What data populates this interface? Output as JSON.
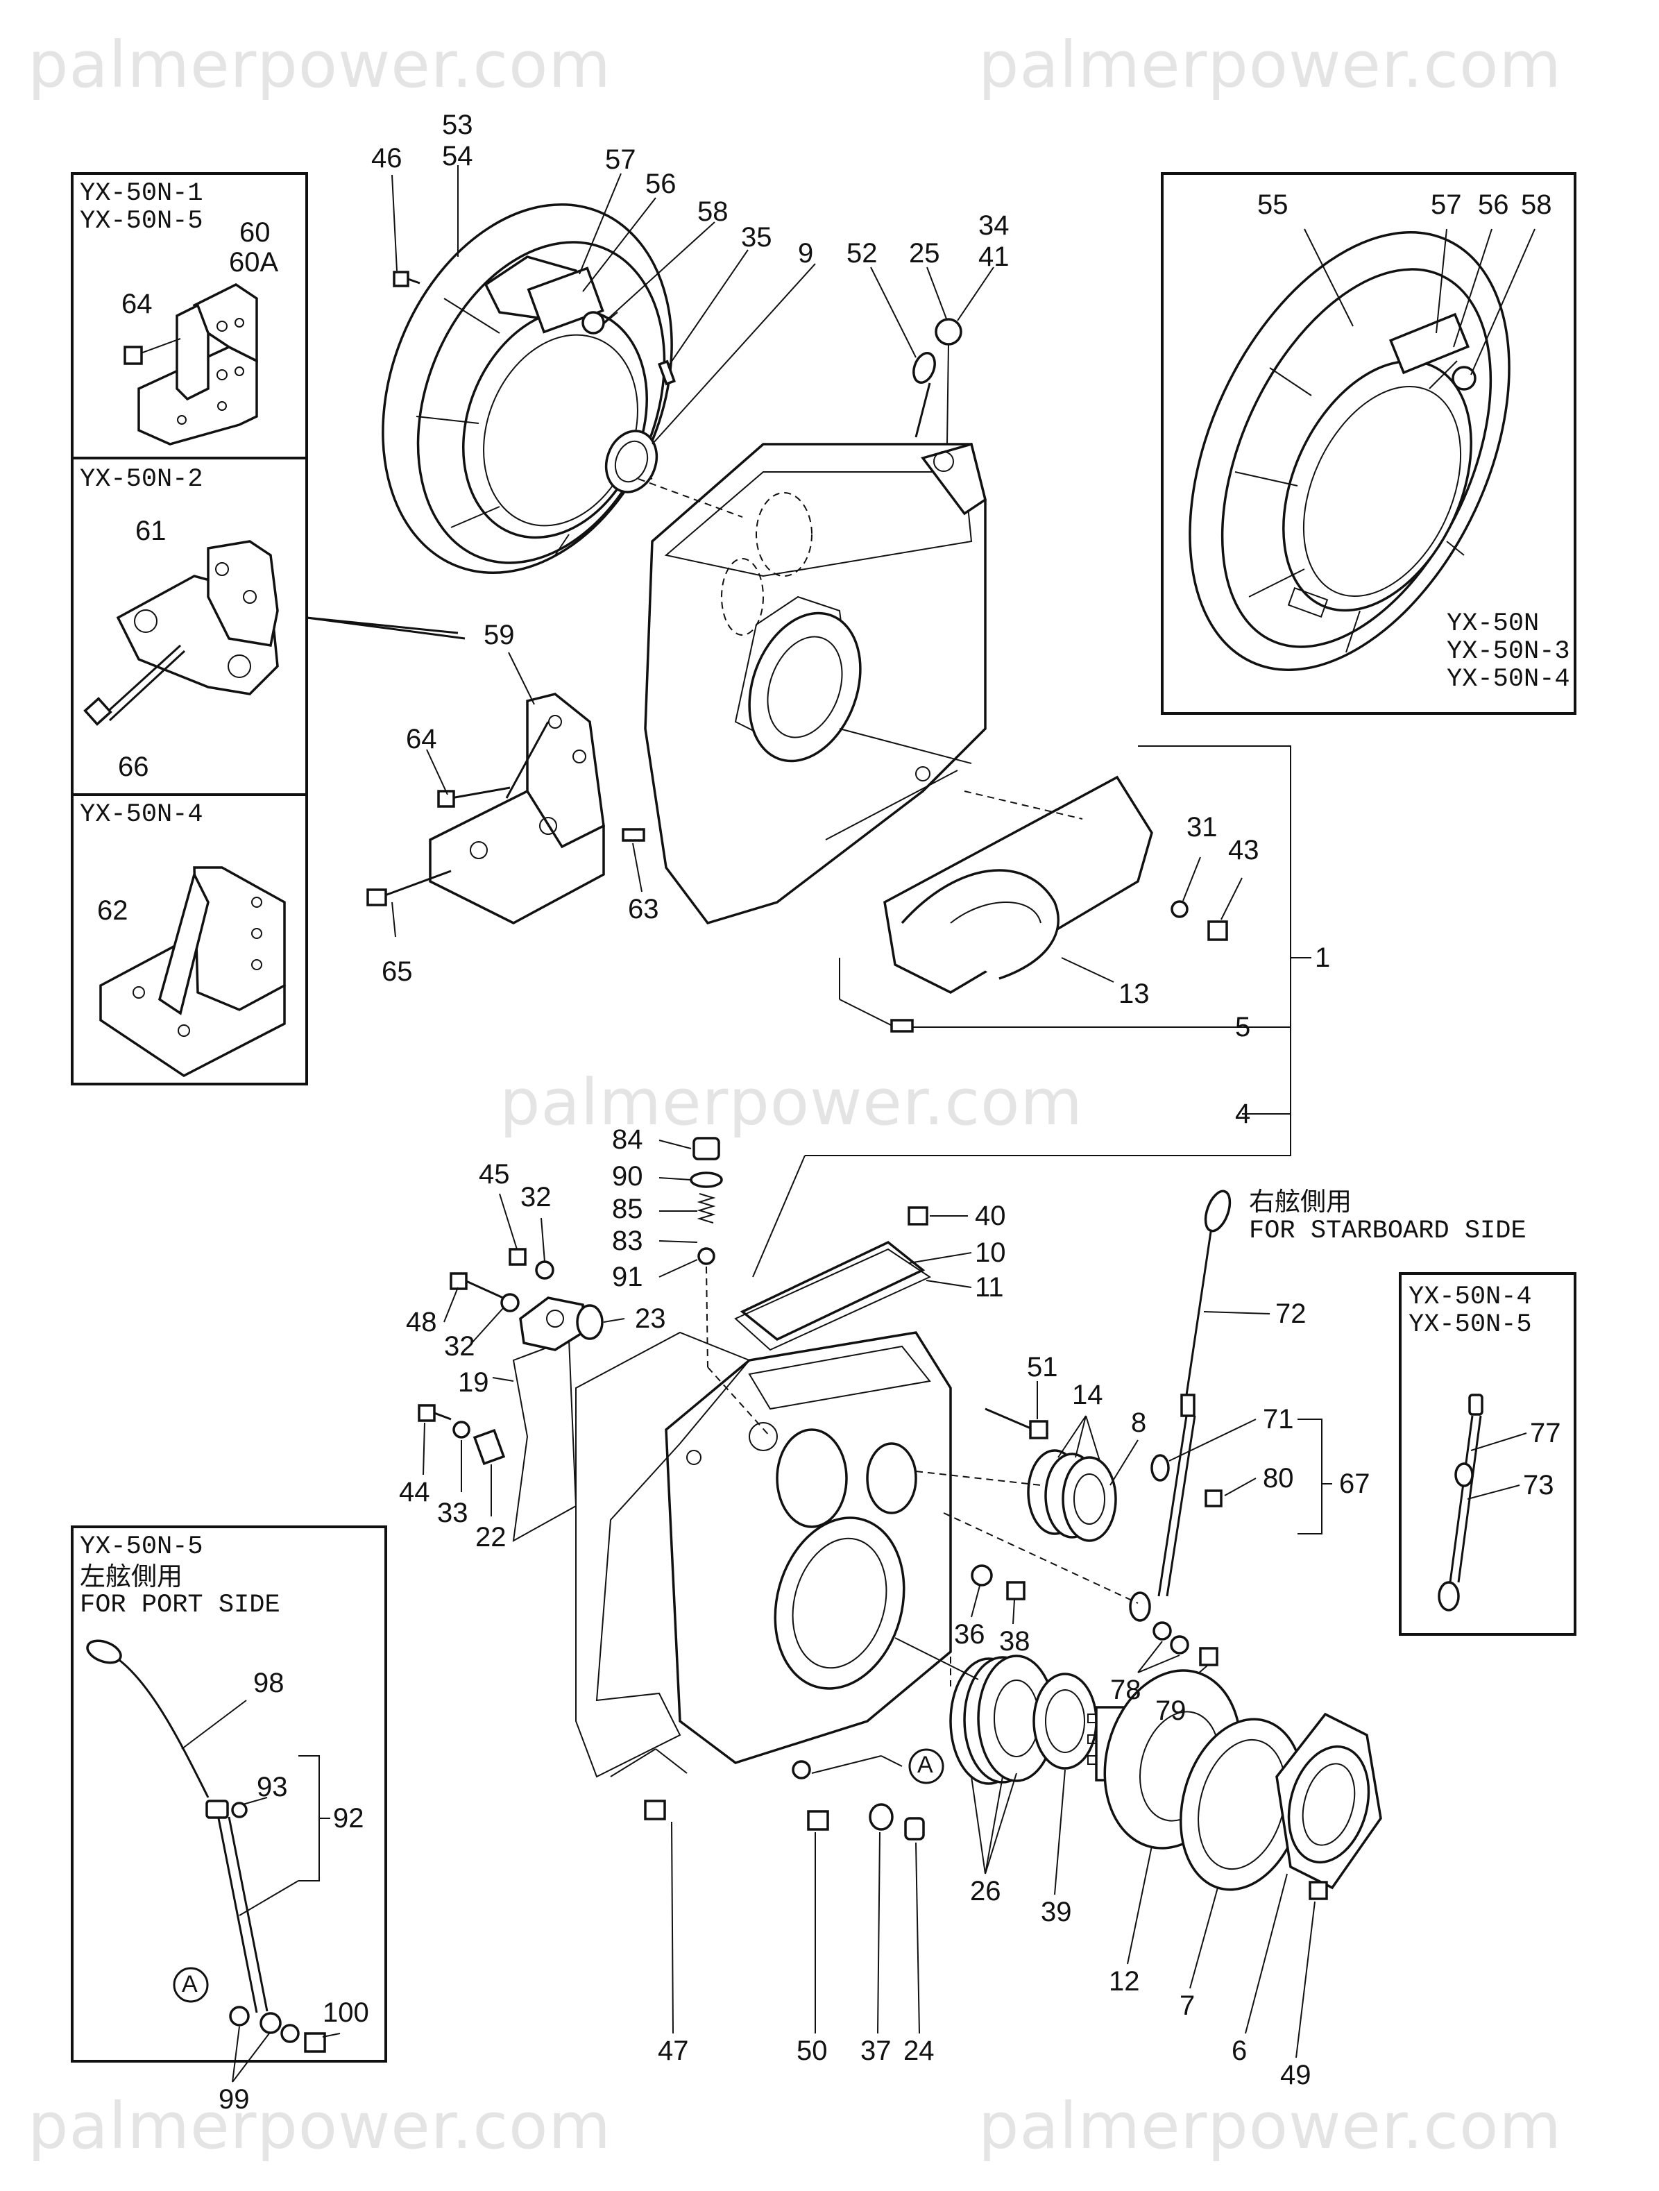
{
  "watermark": {
    "text": "palmerpower.com"
  },
  "variant_boxes": {
    "box_a_models": [
      "YX-50N-1",
      "YX-50N-5"
    ],
    "box_b_models": [
      "YX-50N-2"
    ],
    "box_c_models": [
      "YX-50N-4"
    ],
    "box_flywheel_models": [
      "YX-50N",
      "YX-50N-3",
      "YX-50N-4"
    ],
    "box_dipstick_models": [
      "YX-50N-4",
      "YX-50N-5"
    ],
    "box_port_models": [
      "YX-50N-5"
    ],
    "port_side_jp": "左舷側用",
    "port_side_en": "FOR PORT SIDE",
    "starboard_side_jp": "右舷側用",
    "starboard_side_en": "FOR STARBOARD SIDE"
  },
  "callouts": {
    "c1": "1",
    "c4": "4",
    "c5": "5",
    "c6": "6",
    "c7": "7",
    "c8": "8",
    "c9": "9",
    "c10": "10",
    "c11": "11",
    "c12": "12",
    "c13": "13",
    "c14": "14",
    "c19": "19",
    "c22": "22",
    "c23": "23",
    "c24": "24",
    "c25": "25",
    "c26": "26",
    "c31": "31",
    "c32a": "32",
    "c32b": "32",
    "c33": "33",
    "c34": "34",
    "c35": "35",
    "c36": "36",
    "c37": "37",
    "c38": "38",
    "c39": "39",
    "c40": "40",
    "c41": "41",
    "c43": "43",
    "c44": "44",
    "c45": "45",
    "c46": "46",
    "c47": "47",
    "c48": "48",
    "c49": "49",
    "c50": "50",
    "c51": "51",
    "c52": "52",
    "c53": "53",
    "c54": "54",
    "c55": "55",
    "c56a": "56",
    "c56b": "56",
    "c57a": "57",
    "c57b": "57",
    "c58a": "58",
    "c58b": "58",
    "c59": "59",
    "c60": "60",
    "c60a": "60A",
    "c61": "61",
    "c62": "62",
    "c63": "63",
    "c64a": "64",
    "c64b": "64",
    "c65": "65",
    "c66": "66",
    "c67": "67",
    "c71": "71",
    "c72": "72",
    "c73": "73",
    "c77": "77",
    "c78": "78",
    "c79": "79",
    "c80": "80",
    "c83": "83",
    "c84": "84",
    "c85": "85",
    "c90": "90",
    "c91": "91",
    "c92": "92",
    "c93": "93",
    "c98": "98",
    "c99": "99",
    "c100": "100",
    "ref_a1": "A",
    "ref_a2": "A"
  }
}
